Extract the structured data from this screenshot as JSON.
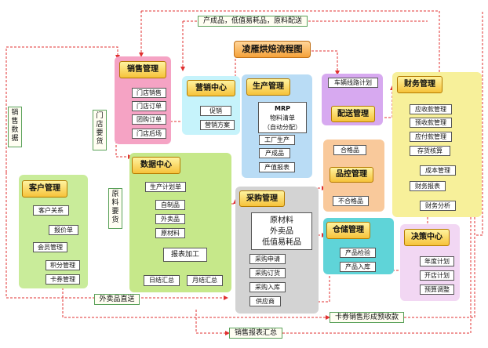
{
  "title": "凌雁烘焙流程图",
  "flow_labels": {
    "top": "产成品，低值易耗品，原料配送",
    "sales_data": "销售数据",
    "store_delivery": "门店要货",
    "raw_delivery": "原料要货",
    "outsourced_direct": "外卖品直送",
    "sales_report_summary": "销售报表汇总",
    "coupon_receivable": "卡券销售形成预收款"
  },
  "sales": {
    "title": "销售管理",
    "items": [
      "门店销售",
      "门店订单",
      "团购订单",
      "门店后场"
    ]
  },
  "marketing": {
    "title": "营销中心",
    "items": [
      "促销",
      "营销方案"
    ]
  },
  "production": {
    "title": "生产管理",
    "mrp_title": "MRP",
    "mrp_line1": "物料清单",
    "mrp_line2": "（自动分配）",
    "items": [
      "工厂生产",
      "产成品",
      "产值报表"
    ]
  },
  "delivery": {
    "route_plan": "车辆线路计划",
    "title": "配送管理"
  },
  "finance": {
    "title": "财务管理",
    "items": [
      "应收款管理",
      "预收款管理",
      "应付款管理",
      "存货核算",
      "成本管理",
      "财务报表",
      "财务分析"
    ]
  },
  "data_center": {
    "title": "数据中心",
    "plan": "生产计划单",
    "items": [
      "自制品",
      "外卖品",
      "原材料"
    ],
    "report": "报表加工",
    "daily": "日结汇总",
    "monthly": "月结汇总"
  },
  "customer": {
    "title": "客户管理",
    "relations": "客户关系",
    "quote": "报价单",
    "member": "会员管理",
    "points": "积分管理",
    "coupons": "卡券管理"
  },
  "purchase": {
    "title": "采购管理",
    "materials_line1": "原材料",
    "materials_line2": "外卖品",
    "materials_line3": "低值易耗品",
    "items": [
      "采购申请",
      "采购订货",
      "采购入库",
      "供应商"
    ]
  },
  "quality": {
    "passed": "合格品",
    "title": "品控管理",
    "failed": "不合格品"
  },
  "warehouse": {
    "title": "仓储管理",
    "items": [
      "产品检验",
      "产品入库"
    ]
  },
  "decision": {
    "title": "决策中心",
    "items": [
      "年度计划",
      "开店计划",
      "预算调整"
    ]
  },
  "colors": {
    "sales_zone": "#f5a3c4",
    "marketing_zone": "#c6f3fb",
    "production_zone": "#b9dcf5",
    "delivery_zone": "#d7a9f0",
    "finance_zone": "#f7f09a",
    "data_zone": "#c6e88a",
    "customer_zone": "#c9ec9a",
    "purchase_zone": "#d3d3d3",
    "quality_zone": "#f9c99b",
    "warehouse_zone": "#5fd4d8",
    "decision_zone": "#f2d7f3",
    "flow_line": "#e03030",
    "header_fill": "#f6c23a"
  }
}
